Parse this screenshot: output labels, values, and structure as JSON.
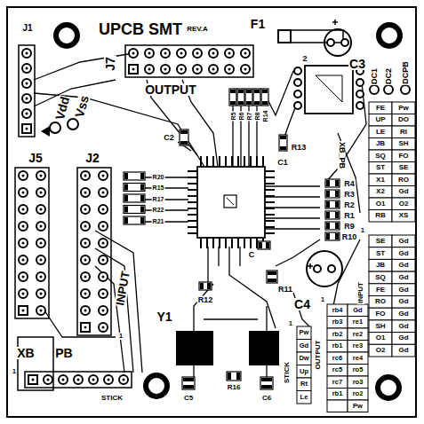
{
  "diagram": {
    "title": "UPCB SMT",
    "labels": [
      "REV.A",
      "F1",
      "J1",
      "J7",
      "OUTPUT",
      "C3",
      "2",
      "DC1",
      "DC2",
      "DCPB",
      "Vdd",
      "Vss",
      "J5",
      "J2",
      "C2",
      "R5",
      "R6",
      "R7",
      "R8",
      "R14",
      "R13",
      "C1",
      "XB_PB",
      "R20",
      "R15",
      "R17",
      "R22",
      "R21",
      "R4",
      "R3",
      "R2",
      "R1",
      "R9",
      "R10",
      "C",
      "R11",
      "R12",
      "C4",
      "Y1",
      "INPUT",
      "1",
      "XB",
      "PB",
      "1",
      "STICK",
      "C5",
      "R16",
      "C6",
      "FE",
      "Pw",
      "UP",
      "DO",
      "LE",
      "RI",
      "JB",
      "SH",
      "SQ",
      "FO",
      "ST",
      "SE",
      "X1",
      "RO",
      "X2",
      "Gd",
      "O1",
      "O2",
      "RB",
      "XS",
      "INPUT",
      "1",
      "SE",
      "Gd",
      "ST",
      "Gd",
      "JB",
      "Gd",
      "SQ",
      "Gd",
      "FE",
      "Gd",
      "RO",
      "Gd",
      "FO",
      "Gd",
      "SH",
      "Gd",
      "O1",
      "Gd",
      "O2",
      "Gd",
      "OUTPUT",
      "1",
      "rb4",
      "Gd",
      "rb3",
      "re1",
      "rb2",
      "re2",
      "rb1",
      "re3",
      "rc6",
      "re4",
      "rc5",
      "ro5",
      "rc7",
      "ro3",
      "rb1",
      "ro2",
      "Pw",
      "STICK",
      "1",
      "Pw",
      "Gd",
      "Dw",
      "Up",
      "Rt",
      "Le"
    ]
  }
}
